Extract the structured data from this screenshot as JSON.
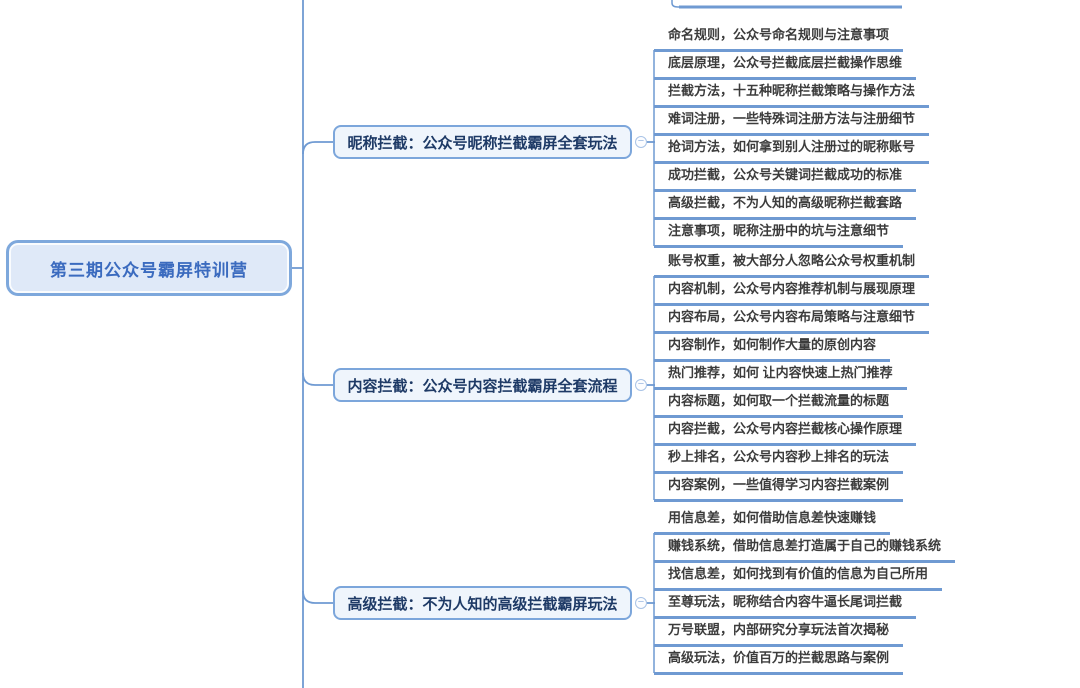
{
  "root": {
    "label": "第三期公众号霸屏特训营"
  },
  "branches": [
    {
      "label": "昵称拦截：公众号昵称拦截霸屏全套玩法",
      "children": [
        "命名规则，公众号命名规则与注意事项",
        "底层原理，公众号拦截底层拦截操作思维",
        "拦截方法，十五种昵称拦截策略与操作方法",
        "难词注册，一些特殊词注册方法与注册细节",
        "抢词方法，如何拿到别人注册过的昵称账号",
        "成功拦截，公众号关键词拦截成功的标准",
        "高级拦截，不为人知的高级昵称拦截套路",
        "注意事项，昵称注册中的坑与注意细节"
      ]
    },
    {
      "label": "内容拦截：公众号内容拦截霸屏全套流程",
      "children": [
        "账号权重，被大部分人忽略公众号权重机制",
        "内容机制，公众号内容推荐机制与展现原理",
        "内容布局，公众号内容布局策略与注意细节",
        "内容制作，如何制作大量的原创内容",
        "热门推荐，如何 让内容快速上热门推荐",
        "内容标题，如何取一个拦截流量的标题",
        "内容拦截，公众号内容拦截核心操作原理",
        "秒上排名，公众号内容秒上排名的玩法",
        "内容案例，一些值得学习内容拦截案例"
      ]
    },
    {
      "label": "高级拦截：不为人知的高级拦截霸屏玩法",
      "children": [
        "用信息差，如何借助信息差快速赚钱",
        "赚钱系统，借助信息差打造属于自己的赚钱系统",
        "找信息差，如何找到有价值的信息为自己所用",
        "至尊玩法，昵称结合内容牛逼长尾词拦截",
        "万号联盟，内部研究分享玩法首次揭秘",
        "高级玩法，价值百万的拦截思路与案例"
      ]
    }
  ],
  "icons": {
    "collapse": "−"
  },
  "colors": {
    "connector_line": "#6f9ad2",
    "node_border": "#7ca6db",
    "root_fill": "#dfe9f8",
    "topic_fill": "#eff5fc",
    "root_text": "#3b6bbf",
    "topic_text": "#1e3a66",
    "leaf_text": "#3c3c3c"
  }
}
